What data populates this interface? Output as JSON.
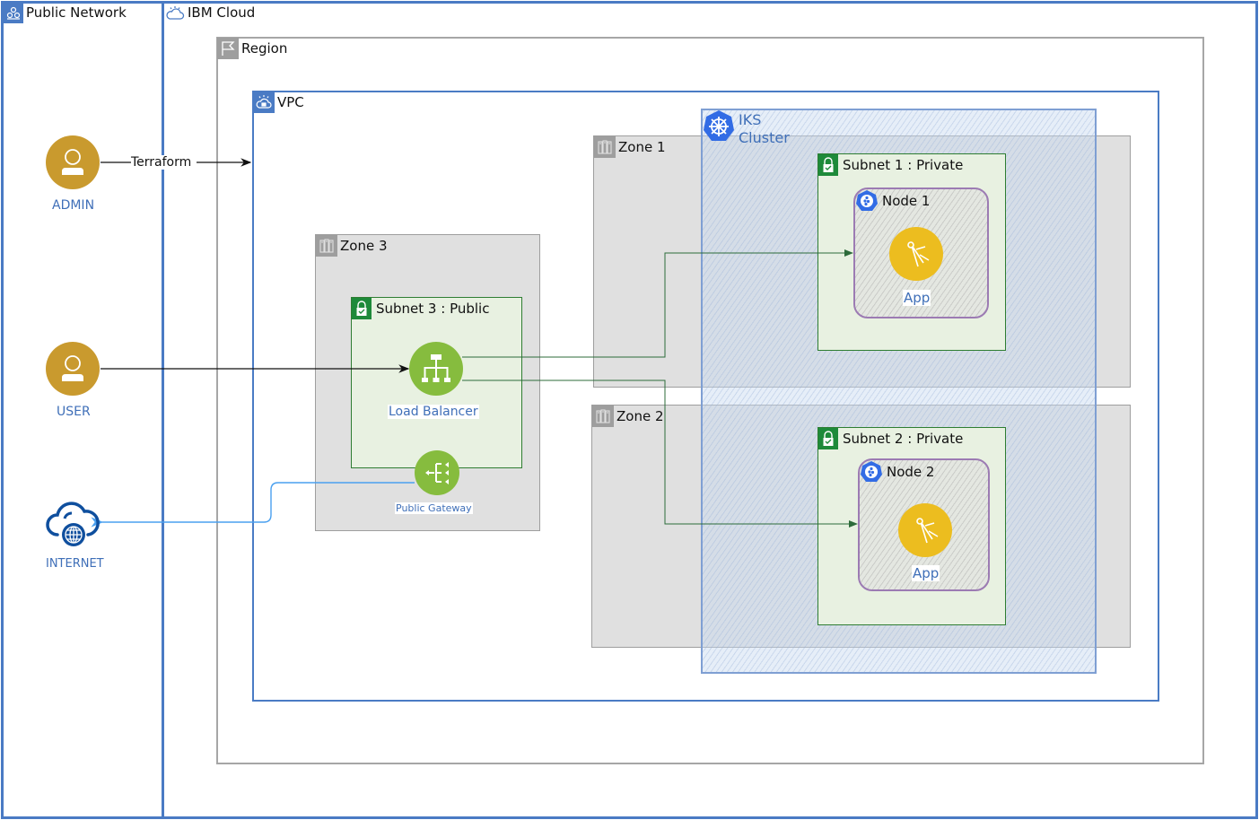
{
  "diagram": {
    "groups": {
      "public_network": {
        "label": "Public Network",
        "icon": "public-network-icon"
      },
      "ibm_cloud": {
        "label": "IBM Cloud",
        "icon": "ibm-cloud-icon"
      },
      "region": {
        "label": "Region",
        "icon": "flag-icon"
      },
      "vpc": {
        "label": "VPC",
        "icon": "vpc-icon"
      },
      "iks_cluster": {
        "label_line1": "IKS",
        "label_line2": "Cluster",
        "icon": "kubernetes-icon"
      },
      "zone1": {
        "label": "Zone 1",
        "icon": "datacenter-icon"
      },
      "zone2": {
        "label": "Zone 2",
        "icon": "datacenter-icon"
      },
      "zone3": {
        "label": "Zone 3",
        "icon": "datacenter-icon"
      },
      "subnet1": {
        "label": "Subnet 1 : Private",
        "icon": "lock-icon"
      },
      "subnet2": {
        "label": "Subnet 2 : Private",
        "icon": "lock-icon"
      },
      "subnet3": {
        "label": "Subnet 3 : Public",
        "icon": "lock-icon"
      },
      "node1": {
        "label": "Node 1",
        "icon": "kubernetes-node-icon"
      },
      "node2": {
        "label": "Node 2",
        "icon": "kubernetes-node-icon"
      }
    },
    "actors": {
      "admin": {
        "label": "ADMIN",
        "icon": "user-icon"
      },
      "user": {
        "label": "USER",
        "icon": "user-icon"
      },
      "internet": {
        "label": "INTERNET",
        "icon": "cloud-globe-icon"
      }
    },
    "services": {
      "load_balancer": {
        "label": "Load Balancer",
        "icon": "load-balancer-icon"
      },
      "public_gateway": {
        "label": "Public Gateway",
        "icon": "public-gateway-icon"
      },
      "app1": {
        "label": "App",
        "icon": "app-compass-icon"
      },
      "app2": {
        "label": "App",
        "icon": "app-compass-icon"
      }
    },
    "edges": [
      {
        "from": "ADMIN",
        "to": "VPC",
        "label": "Terraform"
      },
      {
        "from": "USER",
        "to": "Load Balancer",
        "label": ""
      },
      {
        "from": "Load Balancer",
        "to": "Node 1",
        "label": ""
      },
      {
        "from": "Load Balancer",
        "to": "Node 2",
        "label": ""
      },
      {
        "from": "Public Gateway",
        "to": "INTERNET",
        "label": ""
      }
    ],
    "colors": {
      "ibm_blue": "#4a7bc4",
      "region_gray": "#a6a6a6",
      "zone_fill": "#e0e0e0",
      "subnet_green": "#2e7d32",
      "subnet_fill": "#e8f1e1",
      "actor_gold": "#c99a2e",
      "service_green": "#86bc3e",
      "app_yellow": "#ecbd1f",
      "k8s_blue": "#326ce5",
      "internet_blue": "#0f4f9e",
      "gateway_link": "#4aa0ef",
      "lb_link": "#2c6b3a",
      "node_purple": "#9c7bb3"
    }
  }
}
